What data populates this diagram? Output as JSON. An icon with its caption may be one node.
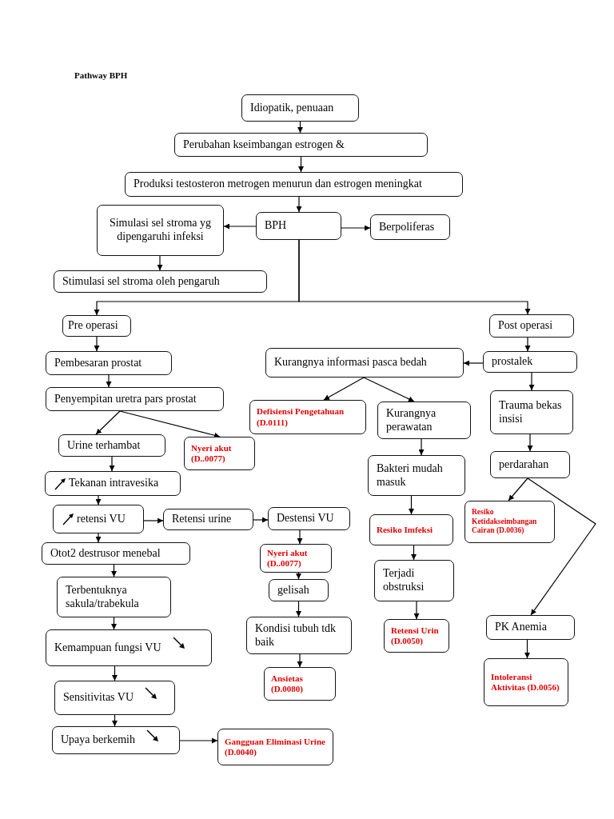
{
  "diagram": {
    "title": "Pathway BPH",
    "nodes": [
      {
        "text": [
          "Idiopatik, penuaan"
        ]
      },
      {
        "text": [
          "Perubahan kseimbangan estrogen &"
        ]
      },
      {
        "text": [
          "Produksi testosteron metrogen menurun dan estrogen meningkat"
        ]
      },
      {
        "text": [
          "Simulasi sel stroma yg dipengaruhi infeksi"
        ]
      },
      {
        "text": [
          "BPH"
        ]
      },
      {
        "text": [
          "Berpoliferas"
        ]
      },
      {
        "text": [
          "Stimulasi sel stroma oleh pengaruh"
        ]
      },
      {
        "text": [
          "Pre operasi"
        ]
      },
      {
        "text": [
          "Post operasi"
        ]
      },
      {
        "text": [
          "Pembesaran prostat"
        ]
      },
      {
        "text": [
          "Kurangnya informasi pasca bedah"
        ]
      },
      {
        "text": [
          "prostalek"
        ]
      },
      {
        "text": [
          "Penyempitan uretra pars prostat"
        ]
      },
      {
        "text": [
          "Defisiensi Pengetahuan (D.0111)"
        ]
      },
      {
        "text": [
          "Kurangnya perawatan"
        ]
      },
      {
        "text": [
          "Trauma bekas insisi"
        ]
      },
      {
        "text": [
          "Urine terhambat"
        ]
      },
      {
        "text": [
          "Nyeri akut (D..0077)"
        ]
      },
      {
        "text": [
          "Bakteri mudah masuk"
        ]
      },
      {
        "text": [
          "perdarahan"
        ]
      },
      {
        "text": [
          "Tekanan intravesika"
        ]
      },
      {
        "text": [
          "retensi VU"
        ]
      },
      {
        "text": [
          "Retensi urine"
        ]
      },
      {
        "text": [
          "Destensi VU"
        ]
      },
      {
        "text": [
          "Resiko Imfeksi"
        ]
      },
      {
        "text": [
          "Resiko Ketidakseimbangan Cairan (D.0036)"
        ]
      },
      {
        "text": [
          "Otot2 destrusor menebal"
        ]
      },
      {
        "text": [
          "Nyeri akut (D..0077)"
        ]
      },
      {
        "text": [
          "Terjadi obstruksi"
        ]
      },
      {
        "text": [
          "gelisah"
        ]
      },
      {
        "text": [
          "Terbentuknya sakula/trabekula"
        ]
      },
      {
        "text": [
          "Kondisi tubuh tdk baik"
        ]
      },
      {
        "text": [
          "Retensi Urin (D.0050)"
        ]
      },
      {
        "text": [
          "PK Anemia"
        ]
      },
      {
        "text": [
          "Kemampuan fungsi VU"
        ]
      },
      {
        "text": [
          "Ansietas (D.0080)"
        ]
      },
      {
        "text": [
          "Intoleransi Aktivitas (D.0056)"
        ]
      },
      {
        "text": [
          "Sensitivitas VU"
        ]
      },
      {
        "text": [
          "Upaya berkemih"
        ]
      },
      {
        "text": [
          "Gangguan Eliminasi Urine (D.0040)"
        ]
      }
    ],
    "edges": [
      {
        "from": 0,
        "to": 1,
        "arrow": "to"
      },
      {
        "from": 1,
        "to": 2,
        "arrow": "to"
      },
      {
        "from": 2,
        "to": 4,
        "arrow": "to"
      },
      {
        "from": 4,
        "to": 3,
        "arrow": "to"
      },
      {
        "from": 4,
        "to": 5,
        "arrow": "to"
      },
      {
        "from": 3,
        "to": 6,
        "arrow": "to"
      },
      {
        "from": 4,
        "to": 7,
        "arrow": "to"
      },
      {
        "from": 4,
        "to": 8,
        "arrow": "to"
      },
      {
        "from": 7,
        "to": 9,
        "arrow": "to"
      },
      {
        "from": 9,
        "to": 12,
        "arrow": "to"
      },
      {
        "from": 12,
        "to": 16,
        "arrow": "to"
      },
      {
        "from": 12,
        "to": 17,
        "arrow": "to"
      },
      {
        "from": 16,
        "to": 20,
        "arrow": "to"
      },
      {
        "from": 20,
        "to": 21,
        "arrow": "to"
      },
      {
        "from": 21,
        "to": 22,
        "arrow": "to"
      },
      {
        "from": 22,
        "to": 23,
        "arrow": "to"
      },
      {
        "from": 21,
        "to": 26,
        "arrow": "to"
      },
      {
        "from": 26,
        "to": 30,
        "arrow": "to"
      },
      {
        "from": 30,
        "to": 34,
        "arrow": "to"
      },
      {
        "from": 34,
        "to": 37,
        "arrow": "to"
      },
      {
        "from": 37,
        "to": 38,
        "arrow": "to"
      },
      {
        "from": 38,
        "to": 39,
        "arrow": "to"
      },
      {
        "from": 23,
        "to": 27,
        "arrow": "to"
      },
      {
        "from": 27,
        "to": 29,
        "arrow": "to"
      },
      {
        "from": 29,
        "to": 31,
        "arrow": "to"
      },
      {
        "from": 31,
        "to": 35,
        "arrow": "to"
      },
      {
        "from": 8,
        "to": 11,
        "arrow": "to"
      },
      {
        "from": 11,
        "to": 10,
        "arrow": "to"
      },
      {
        "from": 10,
        "to": 13,
        "arrow": "to"
      },
      {
        "from": 10,
        "to": 14,
        "arrow": "to"
      },
      {
        "from": 14,
        "to": 18,
        "arrow": "to"
      },
      {
        "from": 18,
        "to": 24,
        "arrow": "to"
      },
      {
        "from": 24,
        "to": 28,
        "arrow": "to"
      },
      {
        "from": 28,
        "to": 32,
        "arrow": "to"
      },
      {
        "from": 11,
        "to": 15,
        "arrow": "to"
      },
      {
        "from": 15,
        "to": 19,
        "arrow": "to"
      },
      {
        "from": 19,
        "to": 25,
        "arrow": "to"
      },
      {
        "from": 19,
        "to": 33,
        "arrow": "to"
      },
      {
        "from": 33,
        "to": 36,
        "arrow": "to"
      }
    ]
  }
}
